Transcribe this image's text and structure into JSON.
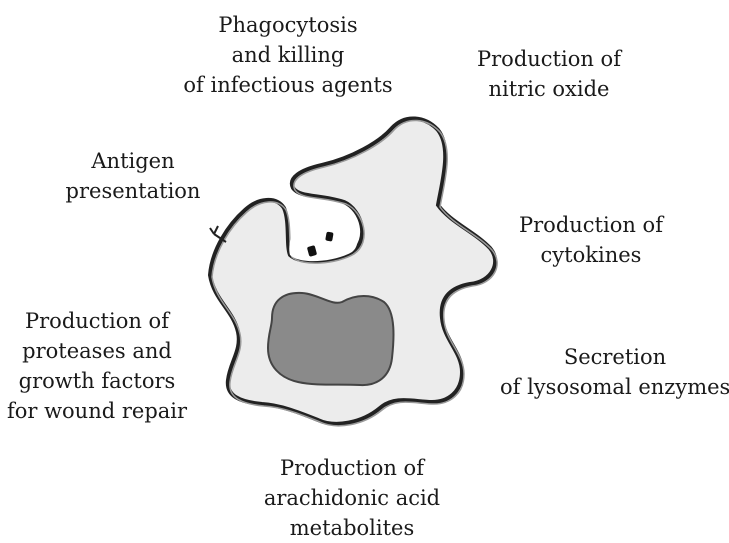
{
  "labels": {
    "phagocytosis": [
      "Phagocytosis",
      "and killing",
      "of infectious agents"
    ],
    "nitric_oxide": [
      "Production of",
      "nitric oxide"
    ],
    "antigen": [
      "Antigen",
      "presentation"
    ],
    "cytokines": [
      "Production of",
      "cytokines"
    ],
    "proteases": [
      "Production of",
      "proteases and",
      "growth factors",
      "for wound repair"
    ],
    "lysosomal": [
      "Secretion",
      "of lysosomal enzymes"
    ],
    "arachidonic": [
      "Production of",
      "arachidonic acid",
      "metabolites"
    ]
  },
  "colors": {
    "cytoplasm": "#ececec",
    "membrane": "#222222",
    "nucleus": "#8a8a8a",
    "vacuole": "#ffffff"
  }
}
